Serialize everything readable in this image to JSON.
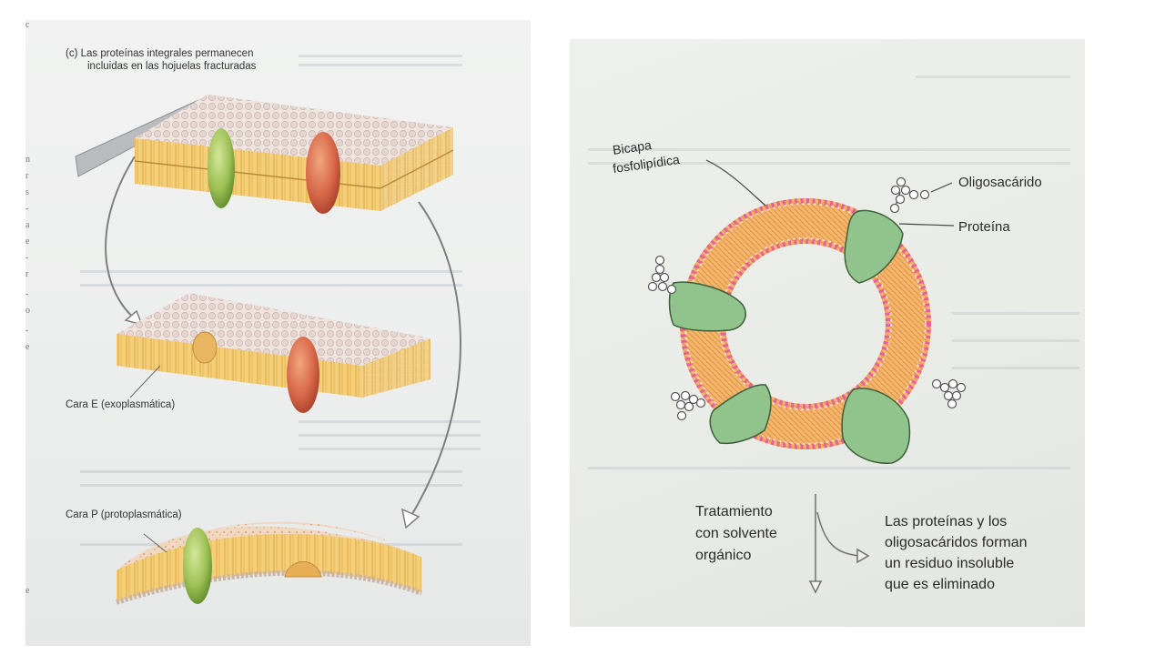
{
  "left_panel": {
    "caption_line1": "(c) Las proteínas integrales permanecen",
    "caption_line2": "incluidas en las hojuelas fracturadas",
    "label_e_face": "Cara E (exoplasmática)",
    "label_p_face": "Cara P (protoplasmática)",
    "margin_letters": [
      "c",
      "n",
      "r",
      "s",
      "-",
      "a",
      "e",
      "-",
      "r",
      "-",
      "o",
      "-",
      "e",
      "e"
    ],
    "colors": {
      "protein_green": "#8fb84a",
      "protein_red": "#d8684a",
      "lipid_tail": "#f0c060",
      "lipid_head": "#ecdcd8"
    }
  },
  "right_panel": {
    "label_bilayer_line1": "Bicapa",
    "label_bilayer_line2": "fosfolipídica",
    "label_oligosaccharide": "Oligosacárido",
    "label_protein": "Proteína",
    "treatment_line1": "Tratamiento",
    "treatment_line2": "con solvente",
    "treatment_line3": "orgánico",
    "result_line1": "Las proteínas y los",
    "result_line2": "oligosacáridos forman",
    "result_line3": "un residuo insoluble",
    "result_line4": "que es eliminado",
    "colors": {
      "protein_green": "#8fc28a",
      "lipid_band": "#f0a860",
      "head_ring": "#e8609a"
    }
  }
}
